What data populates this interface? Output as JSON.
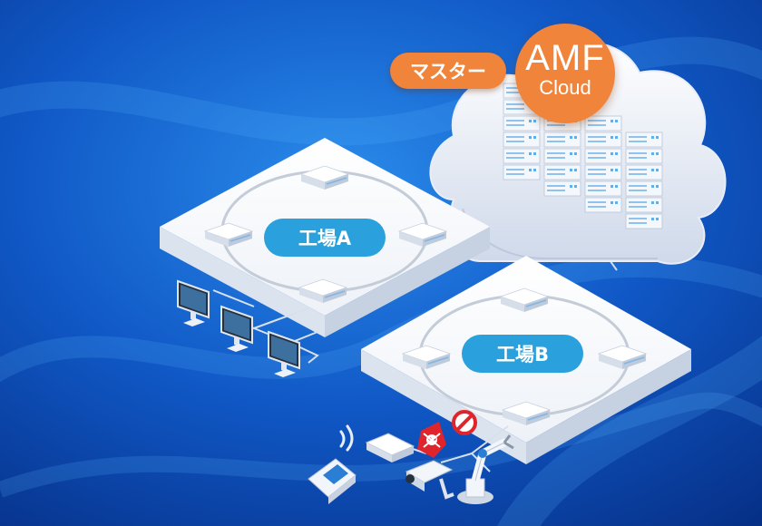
{
  "labels": {
    "master": "マスター",
    "cloud_brand": "AMF",
    "cloud_sub": "Cloud",
    "factory_a": "工場A",
    "factory_b": "工場B"
  },
  "icons": {
    "cloud": "cloud-server-icon",
    "switch": "network-switch-icon",
    "monitor": "desktop-monitor-icon",
    "terminal": "handheld-terminal-icon",
    "wifi": "wifi-signal-icon",
    "router": "wireless-router-icon",
    "threat": "skull-threat-icon",
    "blocked": "prohibited-icon",
    "camera": "security-camera-icon",
    "robot": "robot-arm-icon"
  },
  "colors": {
    "background": "#0a3f9c",
    "accent_orange": "#f0843a",
    "factory_pill": "#2aa1dc",
    "threat_red": "#e0242c",
    "panel": "#ffffff"
  }
}
